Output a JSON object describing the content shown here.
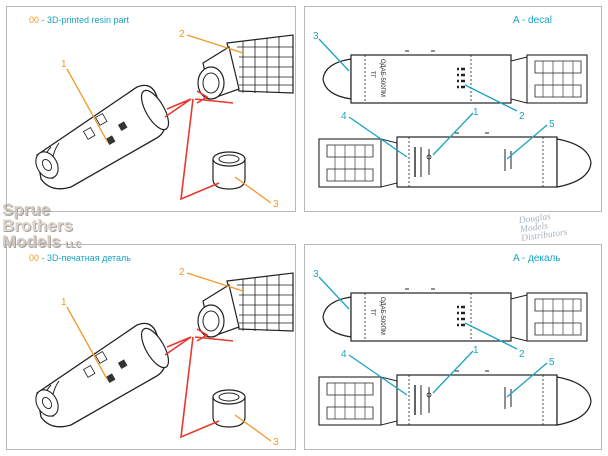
{
  "panels": [
    {
      "part_code": "00",
      "part_label": " - 3D-printed resin part",
      "callouts": [
        "1",
        "2",
        "3"
      ]
    },
    {
      "decal_label": "A - decal",
      "callouts": [
        "3",
        "2",
        "4",
        "1",
        "5"
      ]
    },
    {
      "part_code": "00",
      "part_label": " - 3D-печатная деталь",
      "callouts": [
        "1",
        "2",
        "3"
      ]
    },
    {
      "decal_label": "A - декаль",
      "callouts": [
        "3",
        "2",
        "4",
        "1",
        "5"
      ]
    }
  ],
  "bomb_marking": "ОДАБ-500ПМ",
  "bomb_marking_sub": "ТГ",
  "watermark": {
    "line1": "Sprue",
    "line2": "Brothers",
    "line3": "Models",
    "suffix": "LLC"
  },
  "watermark2": {
    "line1": "Douglas",
    "line2": "Models",
    "line3": "Distributors"
  },
  "colors": {
    "orange": "#f09a2a",
    "cyan": "#1aa3c4",
    "red": "#e53a2e",
    "border": "#b8b8b8"
  }
}
